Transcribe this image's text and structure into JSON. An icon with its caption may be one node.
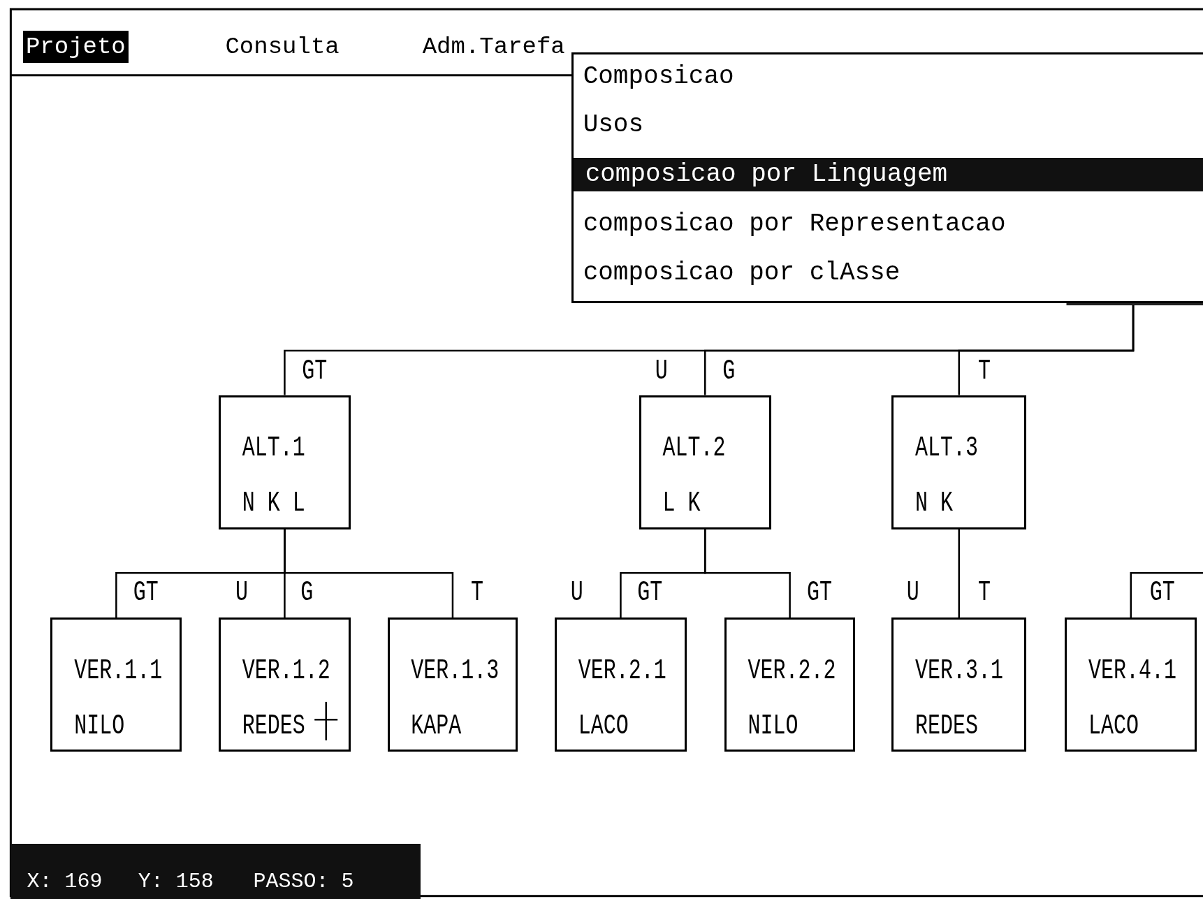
{
  "diagram": {
    "nodes": [
      {
        "text": [
          "ALT.1",
          "N K L"
        ]
      },
      {
        "text": [
          "ALT.2",
          "L K"
        ]
      },
      {
        "text": [
          "ALT.3",
          "N K"
        ]
      },
      {
        "text": [
          "VER.1.1",
          "NILO"
        ]
      },
      {
        "text": [
          "VER.1.2",
          "REDES"
        ]
      },
      {
        "text": [
          "VER.1.3",
          "KAPA"
        ]
      },
      {
        "text": [
          "VER.2.1",
          "LACO"
        ]
      },
      {
        "text": [
          "VER.2.2",
          "NILO"
        ]
      },
      {
        "text": [
          "VER.3.1",
          "REDES"
        ]
      },
      {
        "text": [
          "VER.4.1",
          "LACO"
        ]
      }
    ],
    "edges": [
      {
        "from": null,
        "to": 0,
        "arrow": "none"
      },
      {
        "from": null,
        "to": 1,
        "arrow": "none"
      },
      {
        "from": null,
        "to": 2,
        "arrow": "none"
      },
      {
        "from": 0,
        "to": 3,
        "arrow": "none"
      },
      {
        "from": 0,
        "to": 4,
        "arrow": "none"
      },
      {
        "from": 0,
        "to": 5,
        "arrow": "none"
      },
      {
        "from": 1,
        "to": 6,
        "arrow": "none"
      },
      {
        "from": 1,
        "to": 7,
        "arrow": "none"
      },
      {
        "from": 2,
        "to": 8,
        "arrow": "none"
      },
      {
        "from": null,
        "to": 9,
        "arrow": "none"
      }
    ],
    "labels": [
      "Projeto",
      "Consulta",
      "Adm.Tarefa",
      "Composicao",
      "Usos",
      "composicao por Linguagem",
      "composicao por Representacao",
      "composicao por clAsse",
      "GT",
      "U",
      "G",
      "T",
      "GT",
      "U",
      "G",
      "T",
      "U",
      "GT",
      "GT",
      "U",
      "T",
      "GT",
      "X: 169",
      "Y: 158",
      "PASSO: 5"
    ]
  }
}
